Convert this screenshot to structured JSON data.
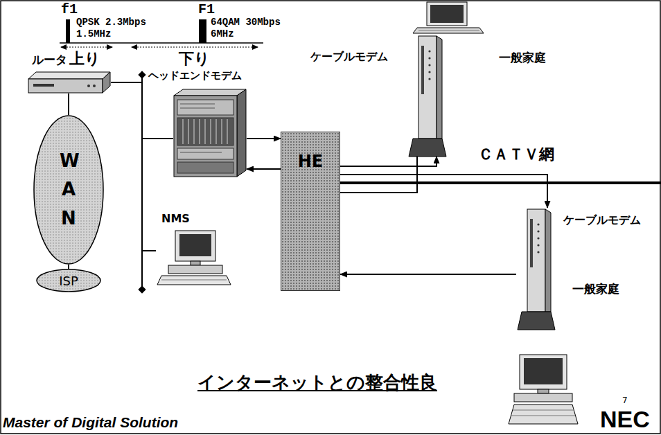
{
  "diagram": {
    "nodes": [
      {
        "text": [
          "ルータ"
        ]
      },
      {
        "text": [
          "WAN"
        ]
      },
      {
        "text": [
          "ISP"
        ]
      },
      {
        "text": [
          "ヘッドエンドモデム"
        ]
      },
      {
        "text": [
          "NMS"
        ]
      },
      {
        "text": [
          "HE"
        ]
      },
      {
        "text": [
          "ケーブルモデム"
        ]
      },
      {
        "text": [
          "ケーブルモデム"
        ]
      }
    ],
    "edges": [
      {
        "from": 0,
        "to": 3,
        "arrow": "none"
      },
      {
        "from": 0,
        "to": 4,
        "arrow": "none"
      },
      {
        "from": 0,
        "to": 1,
        "arrow": "none"
      },
      {
        "from": 1,
        "to": 2,
        "arrow": "none"
      },
      {
        "from": 3,
        "to": 5,
        "arrow": "to"
      },
      {
        "from": 5,
        "to": 3,
        "arrow": "to"
      },
      {
        "from": 5,
        "to": 6,
        "arrow": "to"
      },
      {
        "from": 6,
        "to": 5,
        "arrow": "none"
      },
      {
        "from": 5,
        "to": 7,
        "arrow": "to"
      },
      {
        "from": 7,
        "to": 5,
        "arrow": "to"
      }
    ],
    "labels": [
      "f1",
      "QPSK 2.3Mbps",
      "1.5MHz",
      "F1",
      "64QAM 30Mbps",
      "6MHz",
      "上り",
      "下り",
      "一般家庭",
      "ＣＡＴＶ網",
      "一般家庭",
      "インターネットとの整合性良",
      "Master of Digital Solution",
      "7",
      "NEC"
    ]
  }
}
